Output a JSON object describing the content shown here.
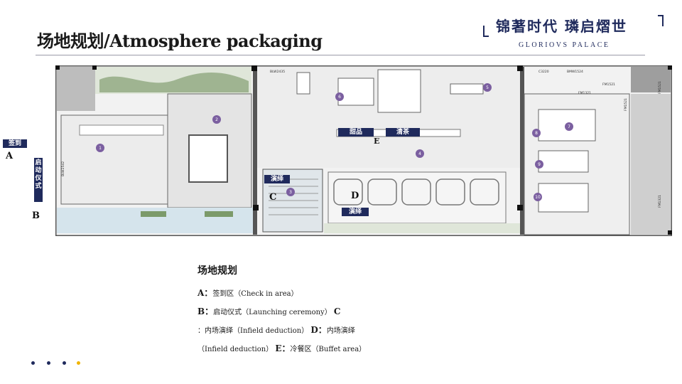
{
  "header": {
    "title": "场地规划/Atmosphere packaging",
    "brand_cn": "锦著时代 璘启熠世",
    "brand_en": "GLORIOVS PALACE"
  },
  "plan": {
    "tags": {
      "sign_in": "签到",
      "launch": [
        "启",
        "动",
        "仪",
        "式"
      ],
      "performance_c": "演绎",
      "dessert": "甜品",
      "tea": "清茶",
      "performance_d": "演绎"
    },
    "letters": {
      "a": "A",
      "b": "B",
      "c": "C",
      "d": "D",
      "e": "E"
    },
    "zone_numbers": [
      "1",
      "2",
      "3",
      "4",
      "5",
      "6",
      "7",
      "8",
      "9",
      "10"
    ],
    "room_codes": [
      "BLW2435",
      "BLW2542",
      "C3220",
      "BMW1524",
      "FM1321",
      "FM1521",
      "FM1521",
      "FM1521",
      "FM1321"
    ]
  },
  "legend": {
    "heading": "场地规划",
    "text": [
      {
        "key": "A：",
        "value": "签到区（Check in area）"
      },
      {
        "key": "B：",
        "value": "启动仪式（Launching ceremony）"
      },
      {
        "key": "C",
        "value": "：内场演绎（Infield deduction）"
      },
      {
        "key": "D：",
        "value": "内场演绎（Infield deduction）"
      },
      {
        "key": "E：",
        "value": "冷餐区（Buffet area）"
      }
    ]
  },
  "colors": {
    "navy": "#1f2a5c",
    "badge": "#7b5fa0",
    "wall": "#4a4a4a",
    "floor": "#e8e8e8",
    "green": "#7c9a6a",
    "water": "#cfe0ea",
    "dot_accent": "#f0b400"
  }
}
